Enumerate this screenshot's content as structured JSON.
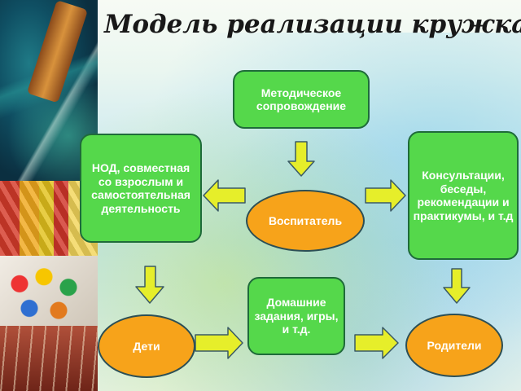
{
  "title": "Модель реализации кружка",
  "nodes": {
    "method": "Методическое сопровождение",
    "nod": "НОД, совместная со взрослым и самостоятельная деятельность",
    "consult": "Консультации, беседы, рекомендации и практикумы, и т.д",
    "teacher": "Воспитатель",
    "home": "Домашние задания, игры, и т.д.",
    "children": "Дети",
    "parents": "Родители"
  },
  "colors": {
    "box_fill": "#55d84b",
    "oval_fill": "#f7a31a",
    "arrow_fill": "#e6ee2a",
    "text": "#ffffff"
  }
}
